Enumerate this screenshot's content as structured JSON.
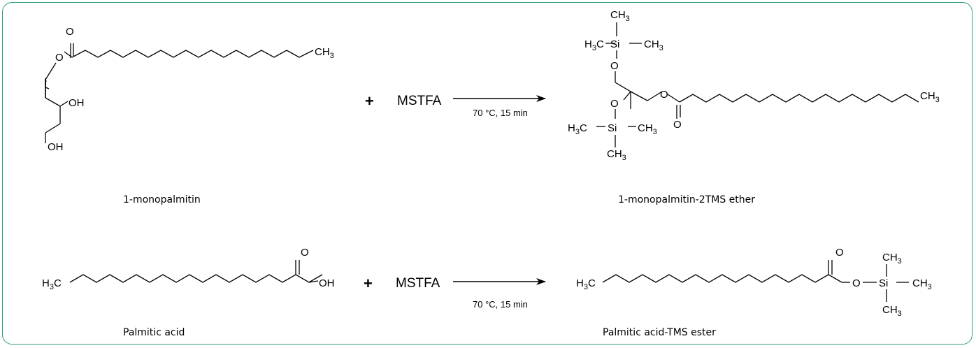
{
  "reactions": [
    {
      "reactant_name": "1-monopalmitin",
      "reagent": "MSTFA",
      "plus": "+",
      "conditions": "70 °C, 15 min",
      "product_name": "1-monopalmitin-2TMS ether"
    },
    {
      "reactant_name": "Palmitic acid",
      "reagent": "MSTFA",
      "plus": "+",
      "conditions": "70 °C, 15 min",
      "product_name": "Palmitic acid-TMS ester"
    }
  ],
  "atoms": {
    "O": "O",
    "OH": "OH",
    "Si": "Si",
    "C": "C",
    "H": "H",
    "H3C": "H",
    "CH": "CH",
    "three": "3"
  },
  "colors": {
    "frame": "#2e9e7a",
    "ink": "#000000"
  }
}
